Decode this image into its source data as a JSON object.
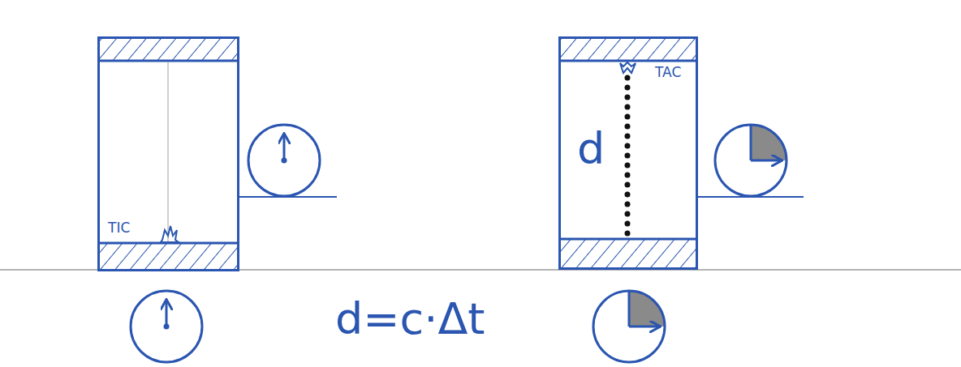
{
  "diagram": {
    "nodes": [
      {
        "text": [
          "TIC"
        ]
      },
      {
        "text": [
          "TAC",
          "d"
        ]
      }
    ],
    "labels": [
      "d=c·Δt"
    ]
  }
}
